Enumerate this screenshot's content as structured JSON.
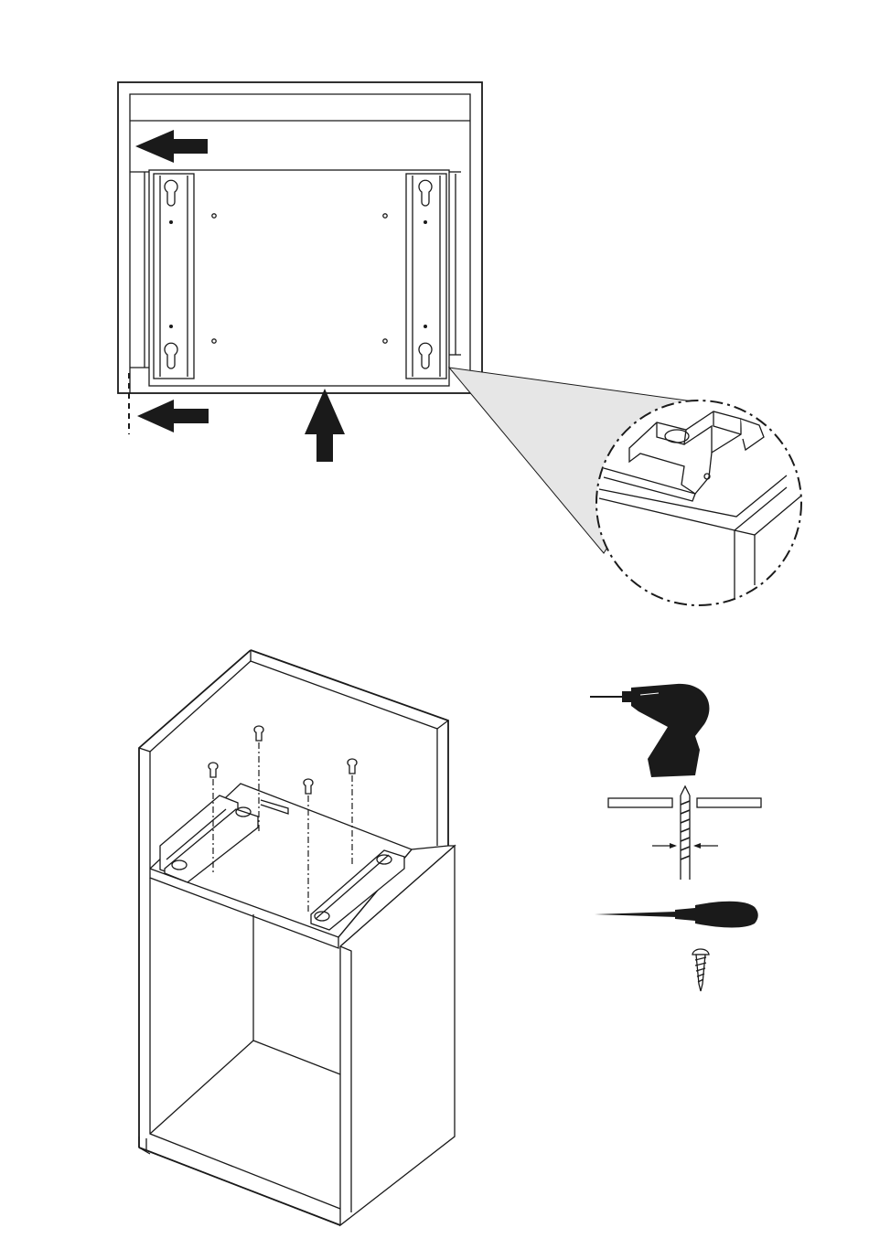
{
  "figure": {
    "top_view": {
      "arrows": [
        "arrow-left-upper",
        "arrow-left-lower",
        "arrow-up"
      ],
      "detail_callout": "keyhole-bracket-detail"
    },
    "isometric_view": {
      "parts": [
        "cabinet",
        "mounting-rails",
        "screws"
      ]
    },
    "tools": [
      "cordless-drill",
      "drill-bit-gauge",
      "screwdriver",
      "wood-screw"
    ],
    "colors": {
      "ink": "#1a1a1a",
      "paper": "#ffffff",
      "callout_fill": "#e6e6e6"
    }
  }
}
